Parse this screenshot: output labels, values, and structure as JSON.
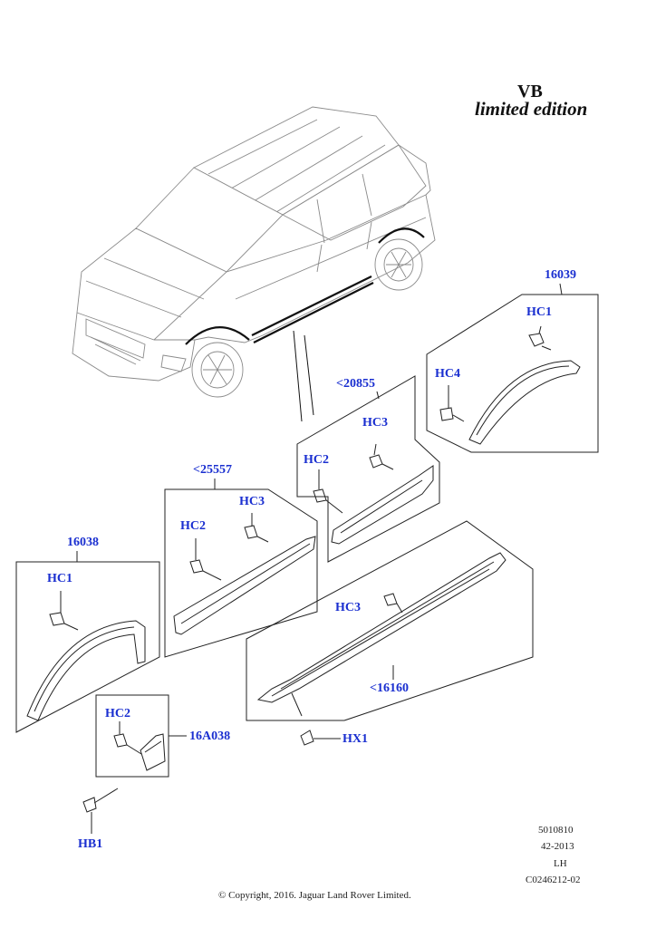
{
  "header": {
    "model_code": "VB",
    "edition": "limited edition"
  },
  "parts": {
    "p16039": "16039",
    "p20855": "<20855",
    "p25557": "<25557",
    "p16038": "16038",
    "p16A038": "16A038",
    "p16160": "<16160"
  },
  "fasteners": {
    "hc1_right": "HC1",
    "hc4": "HC4",
    "hc3_mid": "HC3",
    "hc2_mid": "HC2",
    "hc3_left": "HC3",
    "hc2_left": "HC2",
    "hc1_left": "HC1",
    "hc3_sill": "HC3",
    "hc2_flap": "HC2",
    "hx1": "HX1",
    "hb1": "HB1"
  },
  "footer": {
    "ref_number": "5010810",
    "date_code": "42-2013",
    "side": "LH",
    "illustration_id": "C0246212-02",
    "copyright": "© Copyright, 2016. Jaguar Land Rover Limited."
  }
}
